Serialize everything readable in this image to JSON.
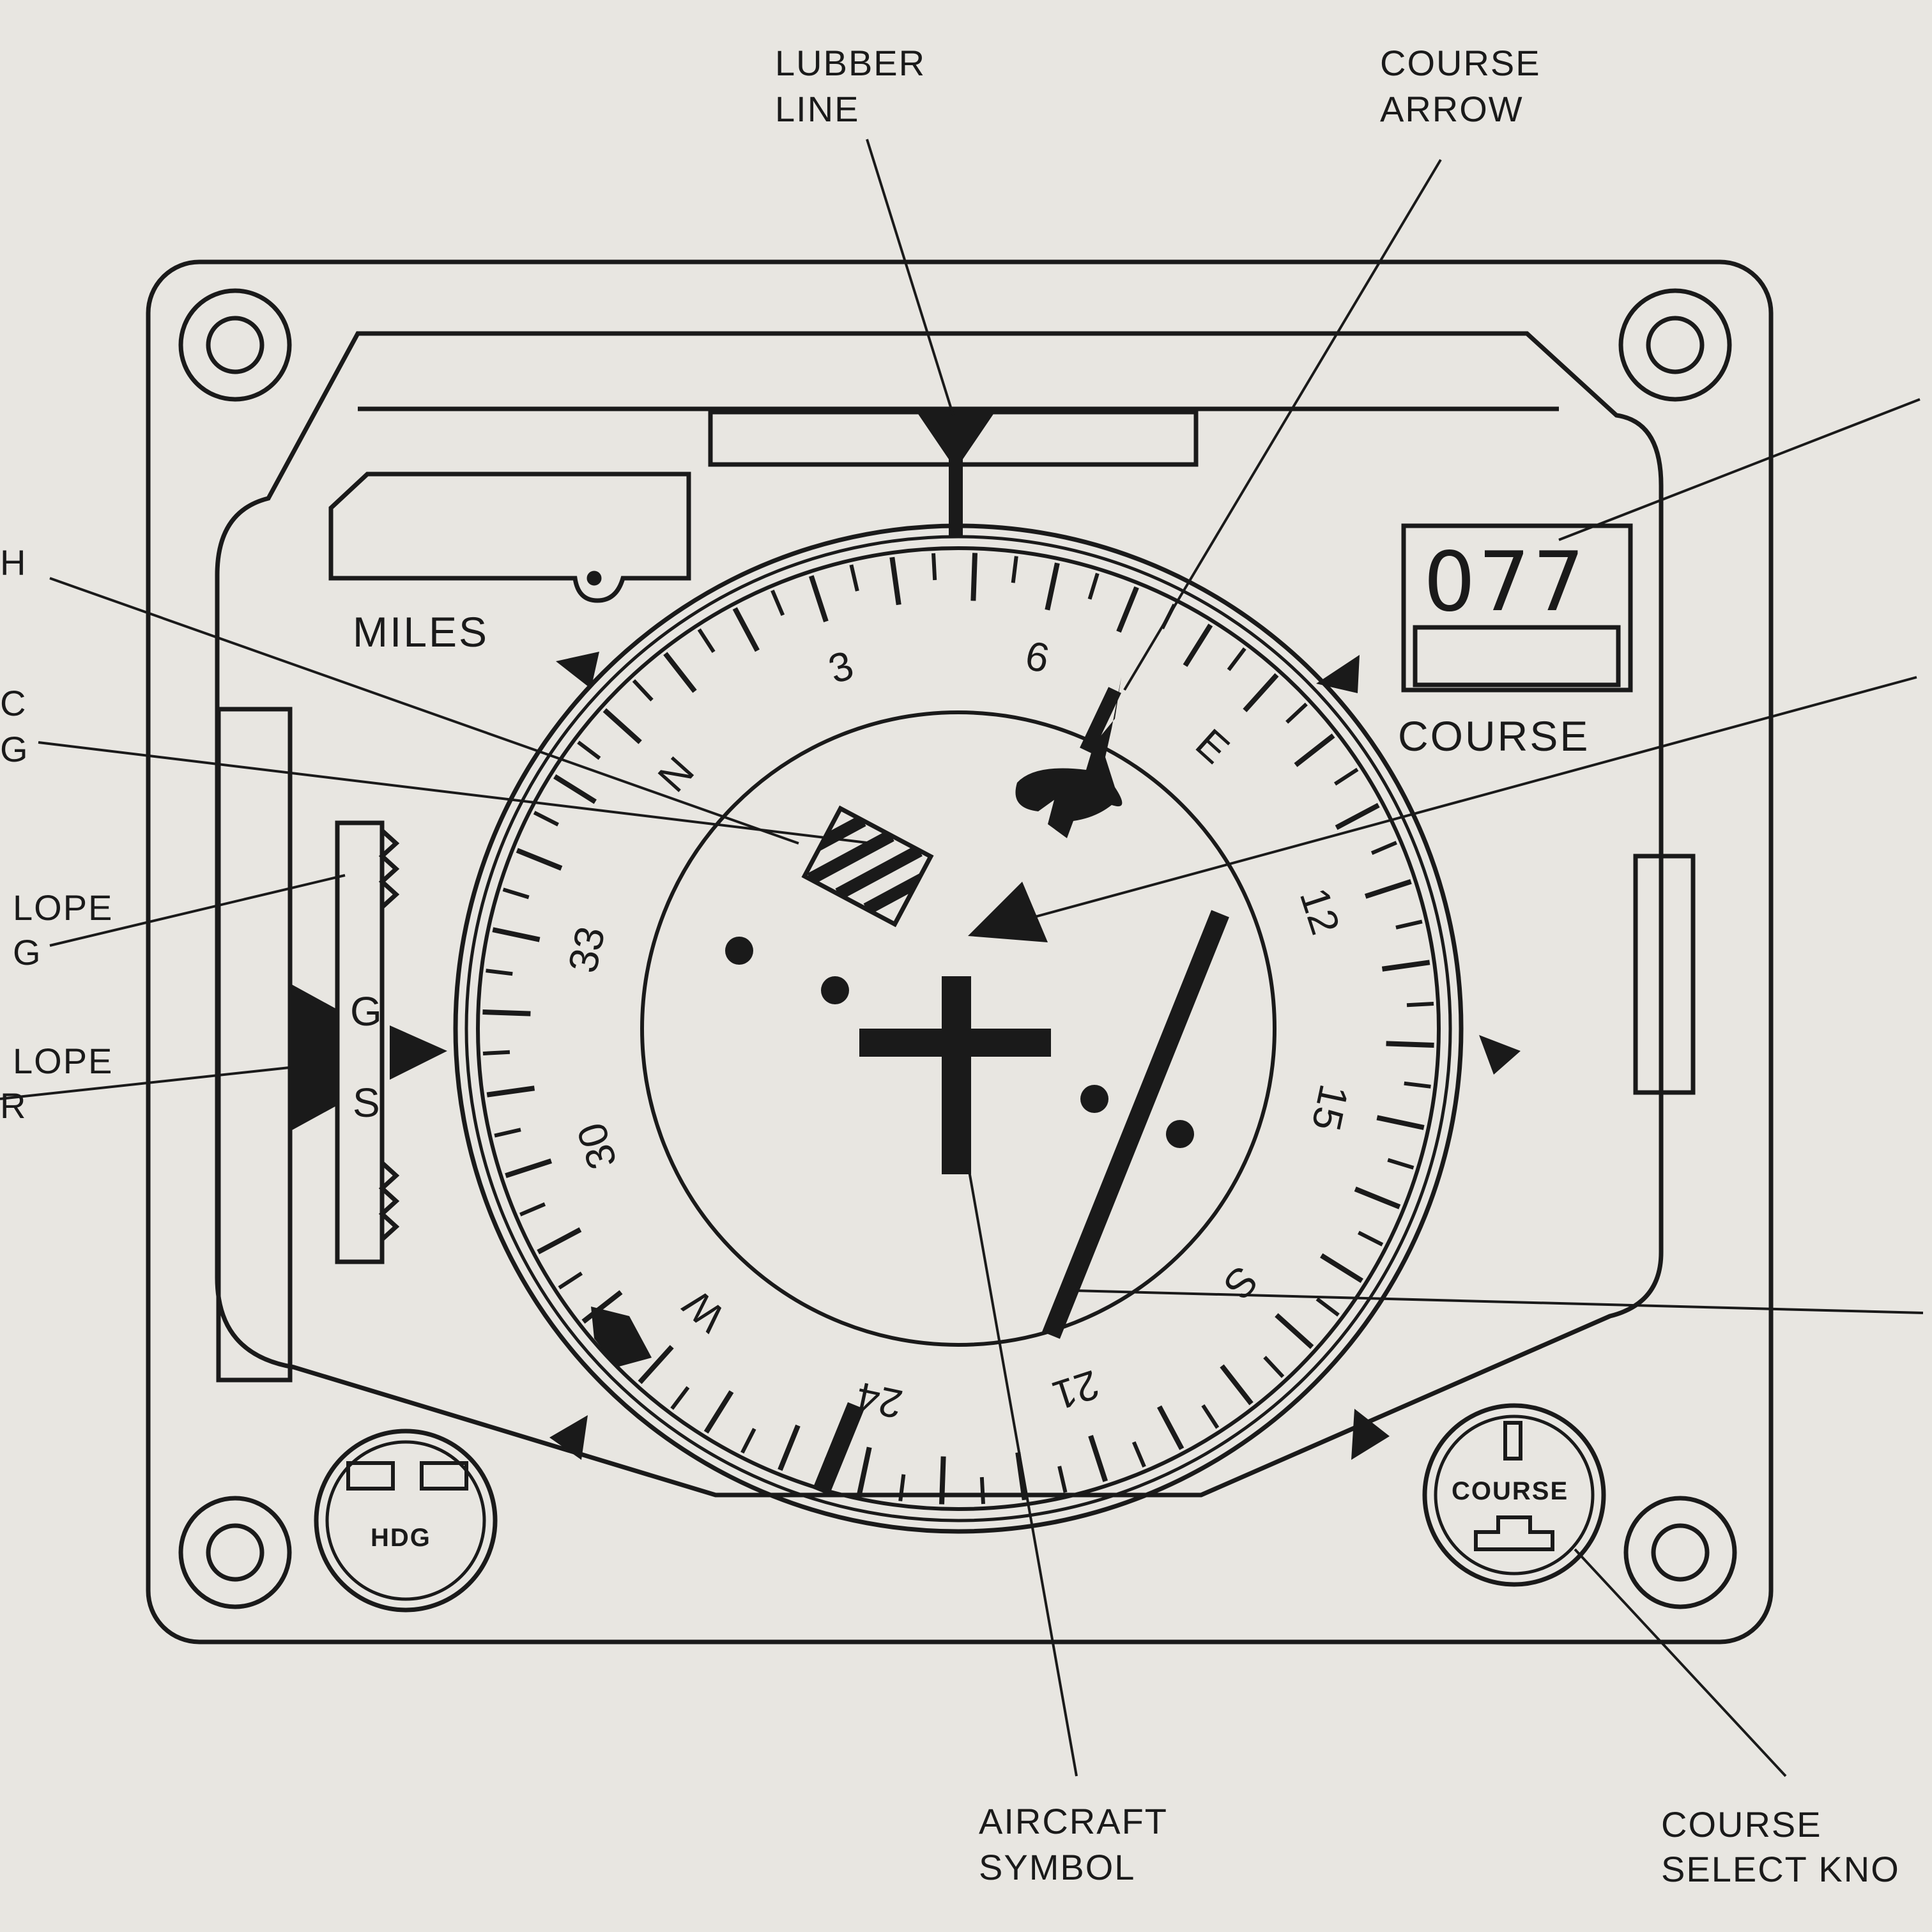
{
  "callouts": {
    "lubber_line": [
      "LUBBER",
      "LINE"
    ],
    "course_arrow": [
      "COURSE",
      "ARROW"
    ],
    "aircraft_symbol": [
      "AIRCRAFT",
      "SYMBOL"
    ],
    "course_select_knob": [
      "COURSE",
      "SELECT KNO"
    ],
    "left_1": [
      "H"
    ],
    "left_2": [
      "C",
      "G"
    ],
    "left_3": [
      "LOPE",
      "G"
    ],
    "left_4": [
      "LOPE",
      "R"
    ]
  },
  "instrument": {
    "miles_label": "MILES",
    "course_label": "COURSE",
    "course_readout": "077",
    "gs_top": "G",
    "gs_bottom": "S",
    "hdg_knob_label": "HDG",
    "course_knob_label": "COURSE"
  },
  "compass_labels": [
    {
      "text": "N",
      "bearing": 0
    },
    {
      "text": "3",
      "bearing": 30
    },
    {
      "text": "6",
      "bearing": 60
    },
    {
      "text": "E",
      "bearing": 90
    },
    {
      "text": "12",
      "bearing": 120
    },
    {
      "text": "15",
      "bearing": 150
    },
    {
      "text": "S",
      "bearing": 180
    },
    {
      "text": "21",
      "bearing": 210
    },
    {
      "text": "24",
      "bearing": 240
    },
    {
      "text": "W",
      "bearing": 270
    },
    {
      "text": "30",
      "bearing": 300
    },
    {
      "text": "33",
      "bearing": 330
    }
  ],
  "compass": {
    "north_screen_angle": -48
  },
  "colors": {
    "ink": "#1a1a1a",
    "paper": "#e8e6e1"
  }
}
